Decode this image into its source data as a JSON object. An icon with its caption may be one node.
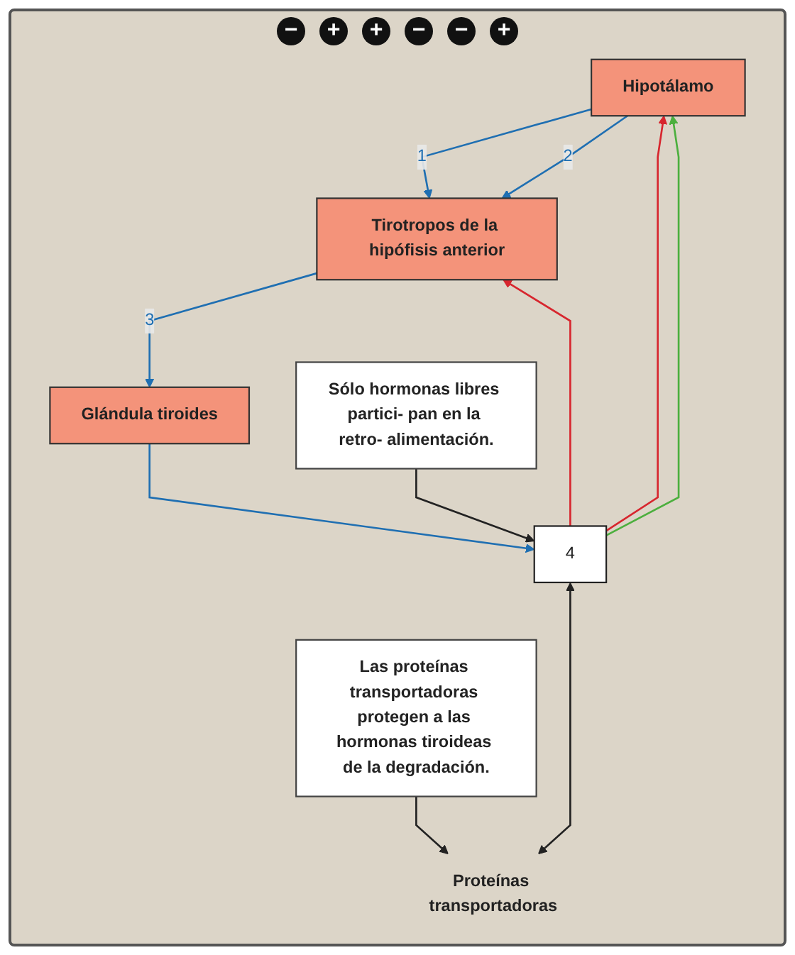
{
  "diagram": {
    "nodes": [
      {
        "text": [
          "Hipotálamo"
        ]
      },
      {
        "text": [
          "Tirotropos de la hipófisis anterior"
        ]
      },
      {
        "text": [
          "Glándula tiroides"
        ]
      },
      {
        "text": [
          "4"
        ]
      },
      {
        "text": [
          "Las proteínas transportadoras protegen a las hormonas tiroideas de la degradación."
        ]
      },
      {
        "text": [
          "Sólo hormonas libres partici- pan en la retro- alimentación."
        ]
      },
      {
        "text": [
          "Proteínas transportadoras"
        ]
      }
    ],
    "edges": [
      {
        "from": 0,
        "to": 1,
        "arrow": "to",
        "label": "1"
      },
      {
        "from": 0,
        "to": 1,
        "arrow": "to",
        "label": "2"
      },
      {
        "from": 1,
        "to": 2,
        "arrow": "to",
        "label": "3"
      },
      {
        "from": 2,
        "to": 3,
        "arrow": "to"
      },
      {
        "from": 3,
        "to": 0,
        "arrow": "to",
        "color": "#d7262e"
      },
      {
        "from": 3,
        "to": 1,
        "arrow": "to",
        "color": "#d7262e"
      },
      {
        "from": 3,
        "to": 0,
        "arrow": "to",
        "color": "#4caf3e"
      },
      {
        "from": 3,
        "to": 6,
        "arrow": "both",
        "color": "#222222"
      },
      {
        "from": 5,
        "to": 3,
        "arrow": "to",
        "color": "#222222"
      },
      {
        "from": 4,
        "to": 6,
        "arrow": "to",
        "color": "#222222"
      }
    ],
    "labels": [
      "−",
      "+",
      "+",
      "−",
      "−",
      "+"
    ]
  }
}
